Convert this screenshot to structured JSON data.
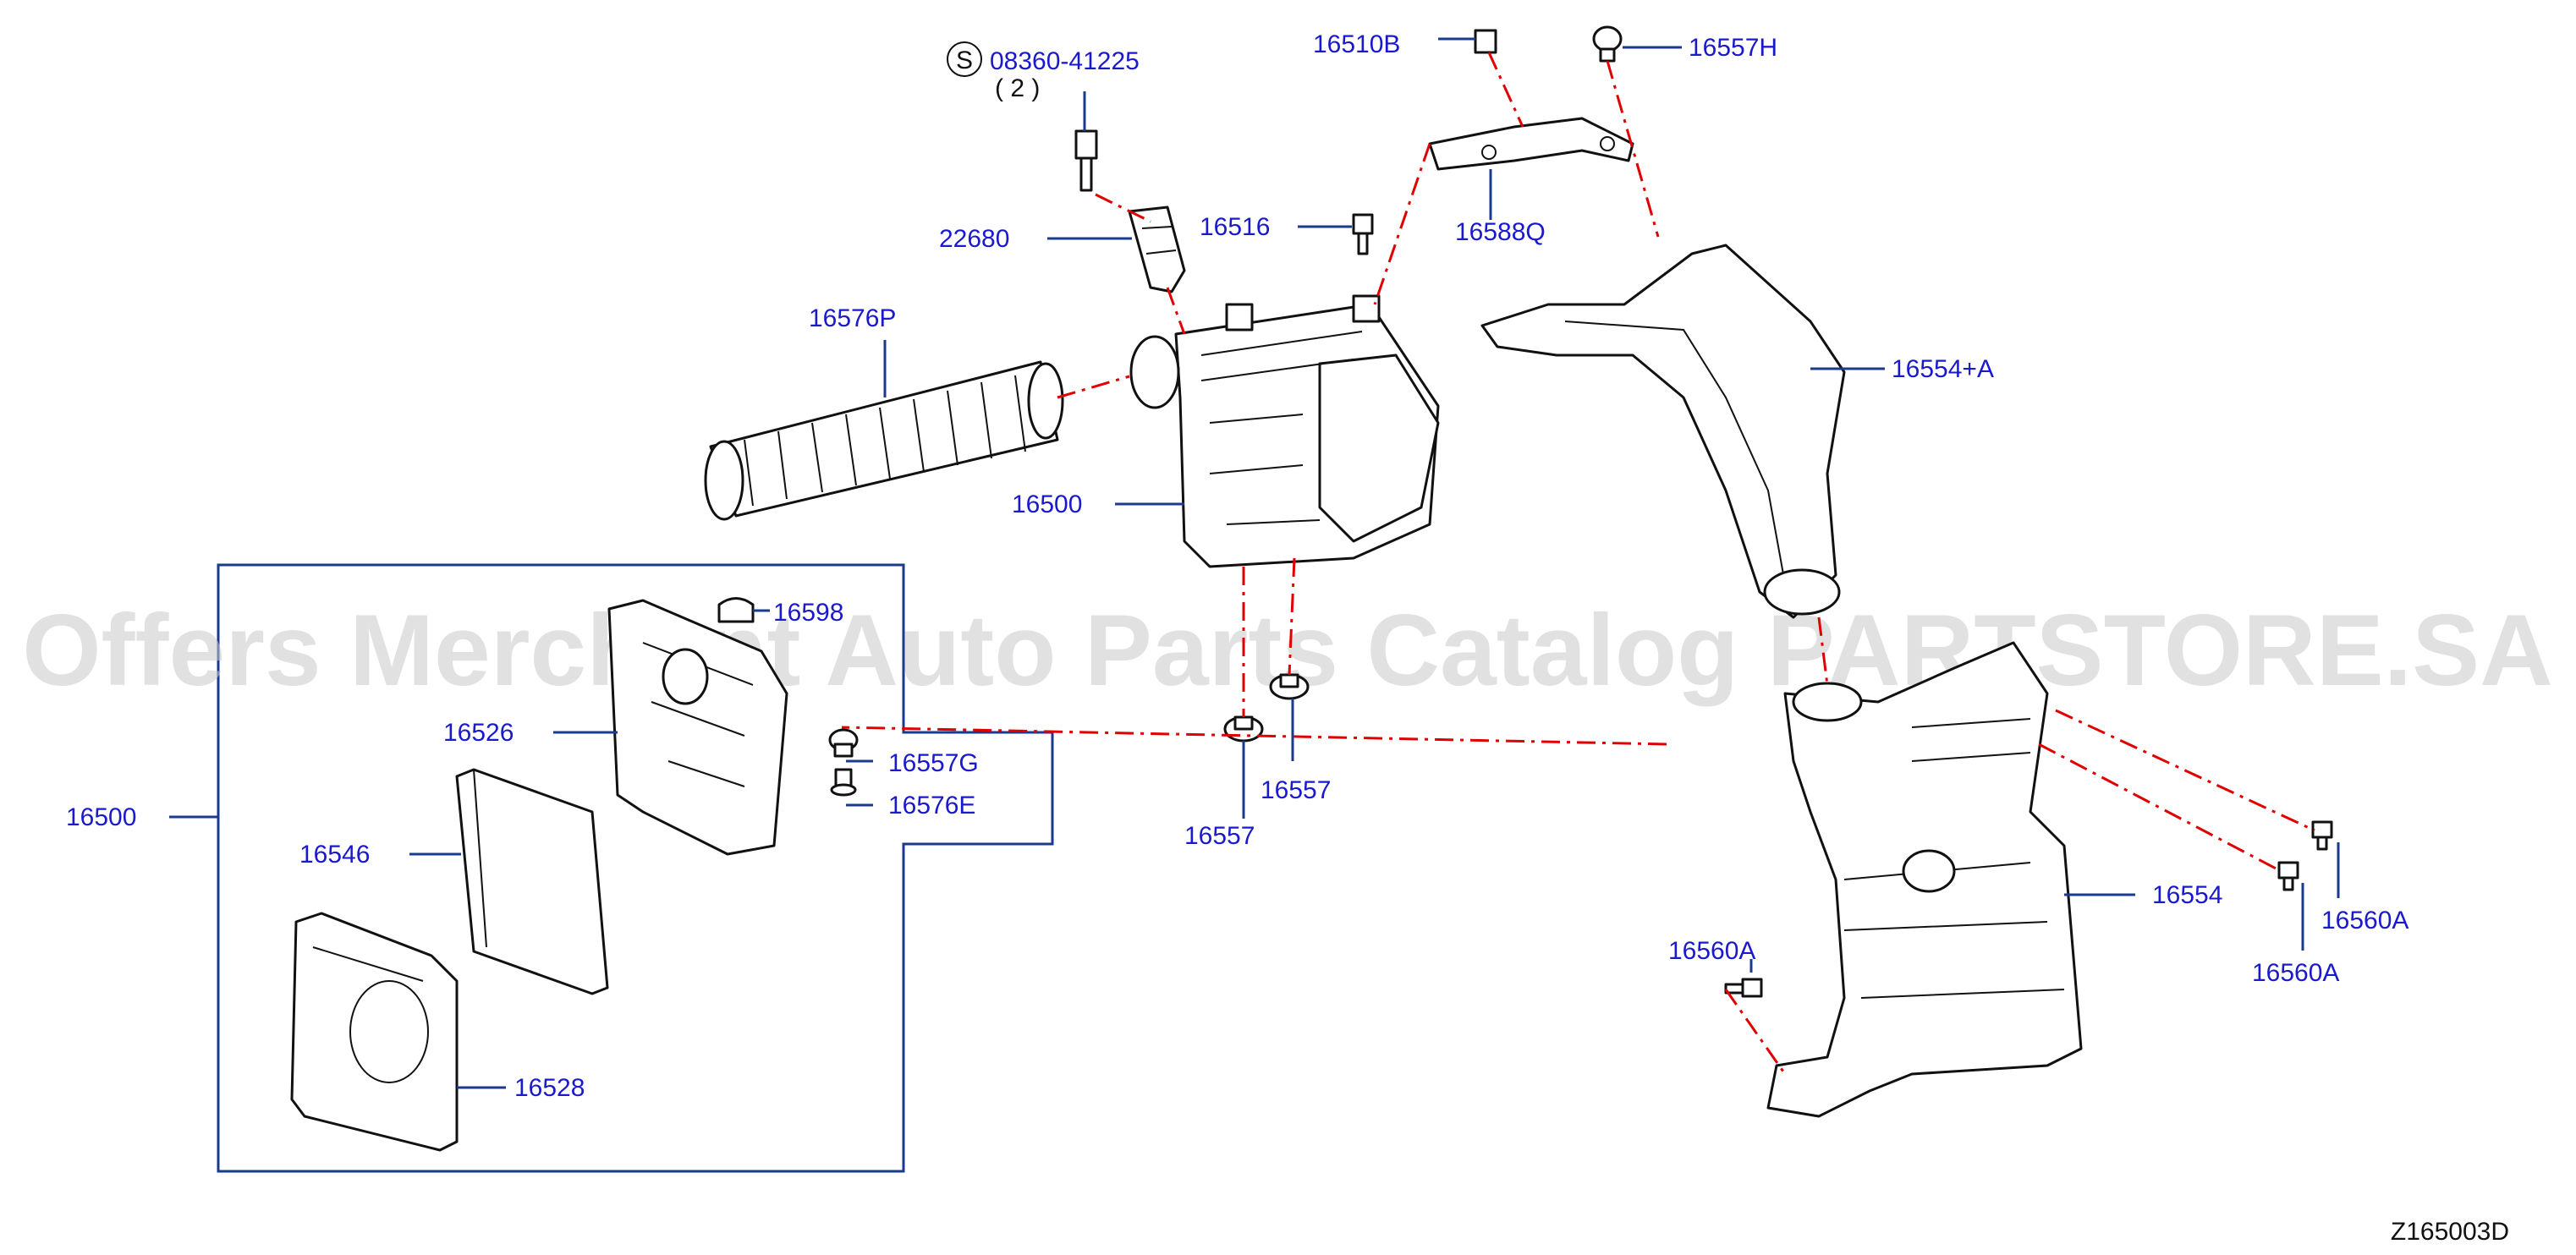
{
  "watermark": "Offers Merchant Auto Parts Catalog PARTSTORE.SA",
  "diagram_code": "Z165003D",
  "screw_symbol": "S",
  "screw_qty": "( 2 )",
  "labels": {
    "p08360": "08360-41225",
    "p16510B": "16510B",
    "p16557H": "16557H",
    "p16516": "16516",
    "p16588Q": "16588Q",
    "p22680": "22680",
    "p16576P": "16576P",
    "p16554A": "16554+A",
    "p16500_top": "16500",
    "p16598": "16598",
    "p16526": "16526",
    "p16557G": "16557G",
    "p16576E": "16576E",
    "p16500_box": "16500",
    "p16546": "16546",
    "p16528": "16528",
    "p16557_a": "16557",
    "p16557_b": "16557",
    "p16554": "16554",
    "p16560A_a": "16560A",
    "p16560A_b": "16560A",
    "p16560A_c": "16560A"
  }
}
